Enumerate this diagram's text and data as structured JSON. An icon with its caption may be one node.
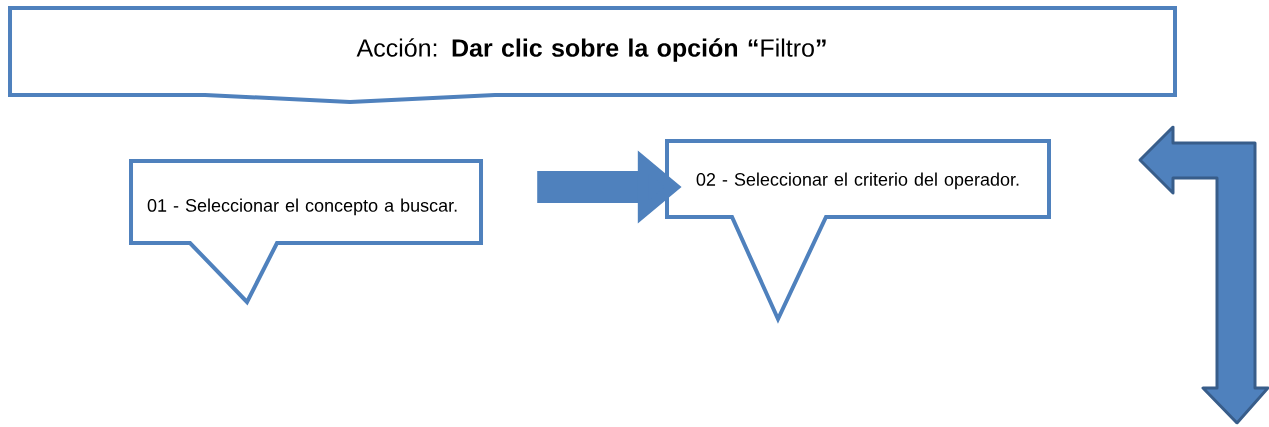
{
  "diagram": {
    "nodes": [
      {
        "text": [
          "Acción: **Dar clic sobre la opción “**Filtro**”**"
        ]
      },
      {
        "text": [
          "01 - Seleccionar el concepto a buscar."
        ]
      },
      {
        "text": [
          "02 - Seleccionar el criterio del operador."
        ]
      }
    ],
    "edges": [
      {
        "from": 1,
        "to": 2,
        "arrow": "to"
      }
    ]
  }
}
